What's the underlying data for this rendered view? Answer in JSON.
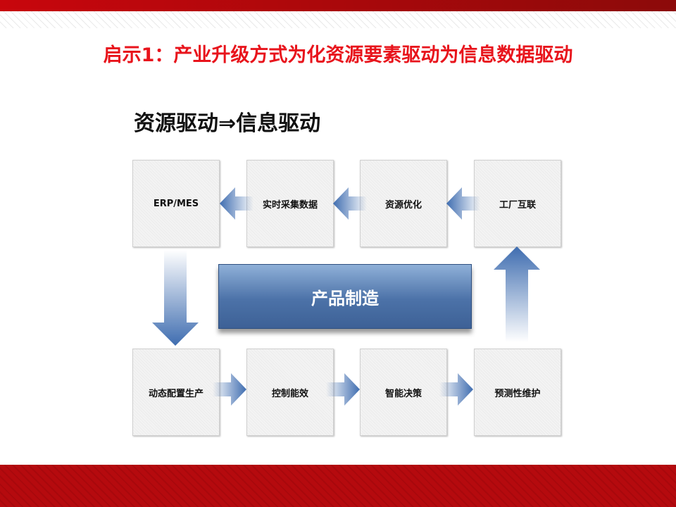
{
  "title": "启示1：产业升级方式为化资源要素驱动为信息数据驱动",
  "subtitle": "资源驱动⇒信息驱动",
  "center_label": "产品制造",
  "top_row": [
    "ERP/MES",
    "实时采集数据",
    "资源优化",
    "工厂互联"
  ],
  "bottom_row": [
    "动态配置生产",
    "控制能效",
    "智能决策",
    "预测性维护"
  ],
  "colors": {
    "accent": "#e8141c",
    "arrow": "#4a78b8"
  }
}
